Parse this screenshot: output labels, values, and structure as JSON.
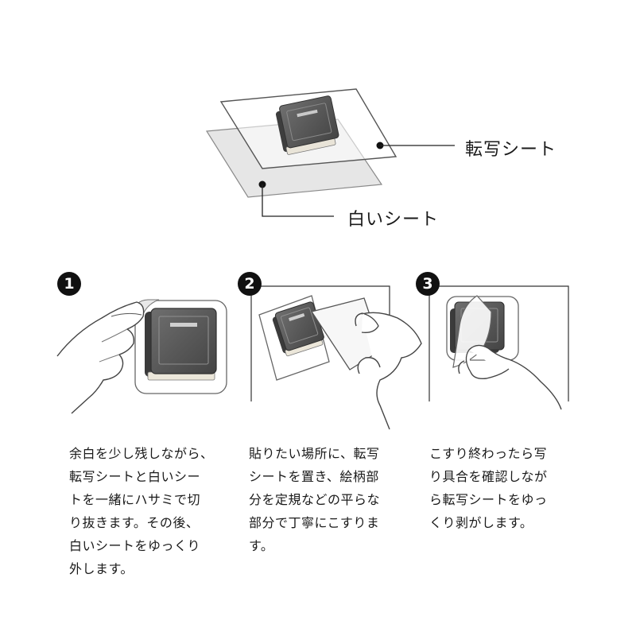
{
  "labels": {
    "transfer_sheet": "転写シート",
    "white_sheet": "白いシート"
  },
  "steps": [
    {
      "number": "1",
      "lines": [
        "余白を少し残しながら、",
        "転写シートと白いシー",
        "トを一緒にハサミで切",
        "り抜きます。その後、",
        "白いシートをゆっくり",
        "外します。"
      ]
    },
    {
      "number": "2",
      "lines": [
        "貼りたい場所に、転写",
        "シートを置き、絵柄部",
        "分を定規などの平らな",
        "部分で丁寧にこすりま",
        "す。"
      ]
    },
    {
      "number": "3",
      "lines": [
        "こすり終わったら写",
        "り具合を確認しなが",
        "ら転写シートをゆっ",
        "くり剥がします。"
      ]
    }
  ]
}
